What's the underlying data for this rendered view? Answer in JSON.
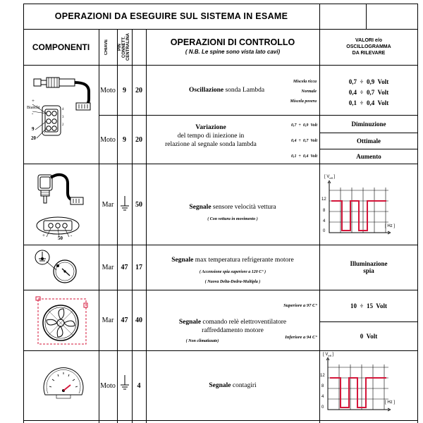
{
  "header": {
    "title": "OPERAZIONI DA ESEGUIRE SUL SISTEMA IN ESAME",
    "componenti": "COMPONENTI",
    "chiave": "CHIAVE",
    "pin_line1": "PIN",
    "pin_line2": "CONNETT.",
    "pin_line3": "CENTRALINA",
    "operazioni": "OPERAZIONI DI CONTROLLO",
    "note": "( N.B. Le spine sono vista lato cavi)",
    "valori_line1": "VALORI e/o",
    "valori_line2": "OSCILLOGRAMMA",
    "valori_line3": "DA RILEVARE"
  },
  "rows": {
    "lambda": {
      "labels": {
        "bianchi": "Bianchi",
        "plus": "+",
        "minus": "-",
        "n9": "9",
        "n20": "20",
        "p1": "1",
        "p2": "2",
        "p3": "3",
        "p4": "4"
      },
      "sub1": {
        "chiave": "Moto",
        "pin1": "9",
        "pin2": "20",
        "op_bold": "Oscillazione",
        "op_rest": " sonda Lambda",
        "miscela": [
          "Miscela ricca",
          "Normale",
          "Miscela povera"
        ],
        "valori": [
          "0,7  ÷  0,9  Volt",
          "0,4  ÷  0,7  Volt",
          "0,1  ÷  0,4  Volt"
        ]
      },
      "sub2": {
        "chiave": "Moto",
        "pin1": "9",
        "pin2": "20",
        "op_bold": "Variazione",
        "op_line2": "del tempo di iniezione in",
        "op_line3": "relazione al segnale sonda lambda",
        "volts": [
          "0,7  ÷  0,9  Volt",
          "0,4  ÷  0,7  Volt",
          "0,1  ÷  0,4  Volt"
        ],
        "valori": [
          "Diminuzione",
          "Ottimale",
          "Aumento"
        ]
      }
    },
    "speed": {
      "chiave": "Mar",
      "pin": "50",
      "op_bold": "Segnale",
      "op_rest": " sensore velocità vettura",
      "note": "( Con vettura in movimento )",
      "labels": {
        "n50": "50",
        "plus": "+",
        "minus": "-"
      },
      "chart": {
        "ylabel": "[ V",
        "ylabel_sub": "eff",
        "ylabel_end": " ]",
        "xlabel": "[ Hz ]",
        "yticks": [
          "12",
          "8",
          "4",
          "0"
        ]
      }
    },
    "temp": {
      "chiave": "Mar",
      "pin1": "47",
      "pin2": "17",
      "op_bold": "Segnale",
      "op_rest": " max temperatura refrigerante motore",
      "note1": "( Accensione spia superiore a 120 C° )",
      "note2": "( Nuova Delta-Dedra-Multipla )",
      "valore_line1": "Illuminazione",
      "valore_line2": "spia"
    },
    "fan": {
      "chiave": "Mar",
      "pin1": "47",
      "pin2": "40",
      "superiore": "Superiore a 97 C°",
      "op_bold": "Segnale",
      "op_rest": " comando relè elettroventilatore",
      "op_line2": "raffreddamento motore",
      "note": "( Non climatizzate)",
      "inferiore": "Inferiore a 94 C°",
      "valori": [
        "10  ÷  15  Volt",
        "0  Volt"
      ]
    },
    "contagiri": {
      "chiave": "Moto",
      "pin": "4",
      "op_bold": "Segnale",
      "op_rest": " contagiri",
      "chart": {
        "ylabel": "[ V",
        "ylabel_sub": "eff",
        "ylabel_end": " ]",
        "xlabel": "[ Hz ]",
        "yticks": [
          "12",
          "8",
          "4",
          "0"
        ]
      }
    }
  },
  "colors": {
    "signal": "#d4163a",
    "grid": "#000000"
  }
}
